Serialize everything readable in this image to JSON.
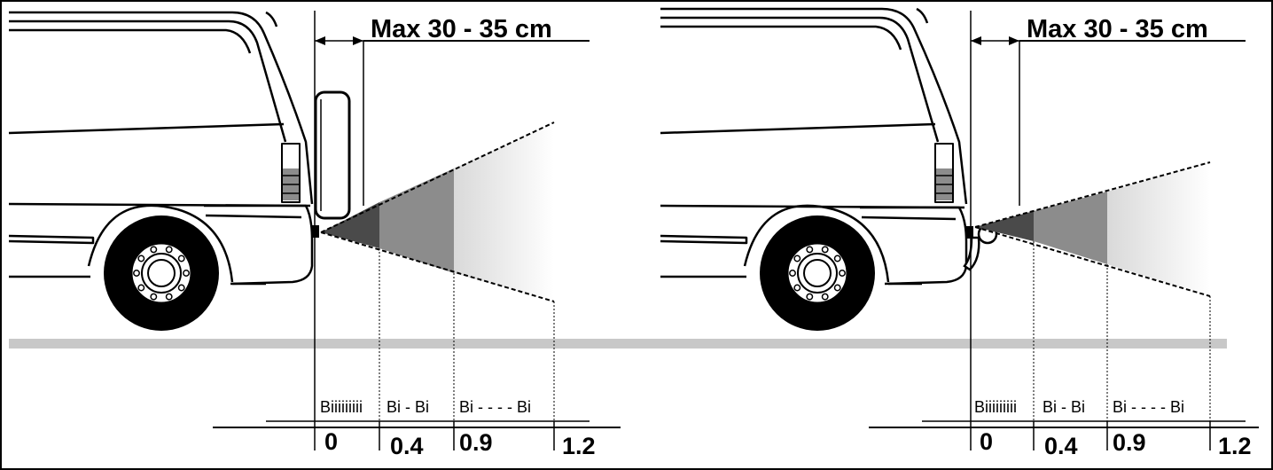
{
  "panels": [
    {
      "id": "spare-wheel",
      "title": "Max 30 - 35 cm",
      "zone_labels": [
        "Biiiiiiiii",
        "Bi - Bi",
        "Bi - - - - Bi"
      ],
      "tick_labels": [
        "0",
        "0.4",
        "0.9",
        "1.2"
      ]
    },
    {
      "id": "tow-ball",
      "title": "Max 30 - 35 cm",
      "zone_labels": [
        "Biiiiiiiii",
        "Bi - Bi",
        "Bi - - - - Bi"
      ],
      "tick_labels": [
        "0",
        "0.4",
        "0.9",
        "1.2"
      ]
    }
  ],
  "colors": {
    "outline": "#000000",
    "ground": "#c8c8c8",
    "zone_dark": "#4a4a4a",
    "zone_mid": "#8c8c8c",
    "zone_light": "#d8d8d8"
  }
}
